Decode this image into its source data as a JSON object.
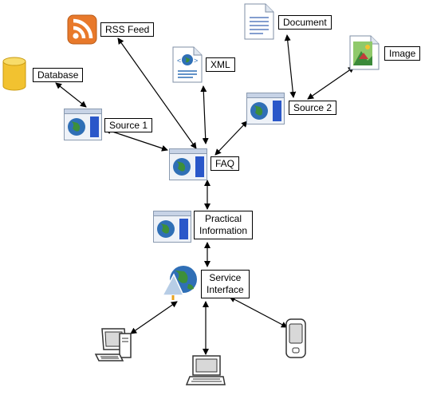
{
  "labels": {
    "rss": "RSS Feed",
    "database": "Database",
    "xml": "XML",
    "document": "Document",
    "image": "Image",
    "source1": "Source 1",
    "source2": "Source 2",
    "faq": "FAQ",
    "practical_line1": "Practical",
    "practical_line2": "Information",
    "service_line1": "Service",
    "service_line2": "Interface"
  },
  "icons": {
    "rss": "rss-feed-icon",
    "database": "database-icon",
    "xml": "xml-file-icon",
    "document": "document-icon",
    "image": "image-file-icon",
    "window": "web-window-icon",
    "service": "globe-service-icon",
    "desktop": "desktop-computer-icon",
    "laptop": "laptop-icon",
    "mobile": "mobile-device-icon"
  },
  "colors": {
    "rss": "#e8792b",
    "database": "#f2c230",
    "globe_blue": "#2f6fb6",
    "globe_green": "#3d8f3a",
    "window_gradient": "#2a57c9"
  }
}
